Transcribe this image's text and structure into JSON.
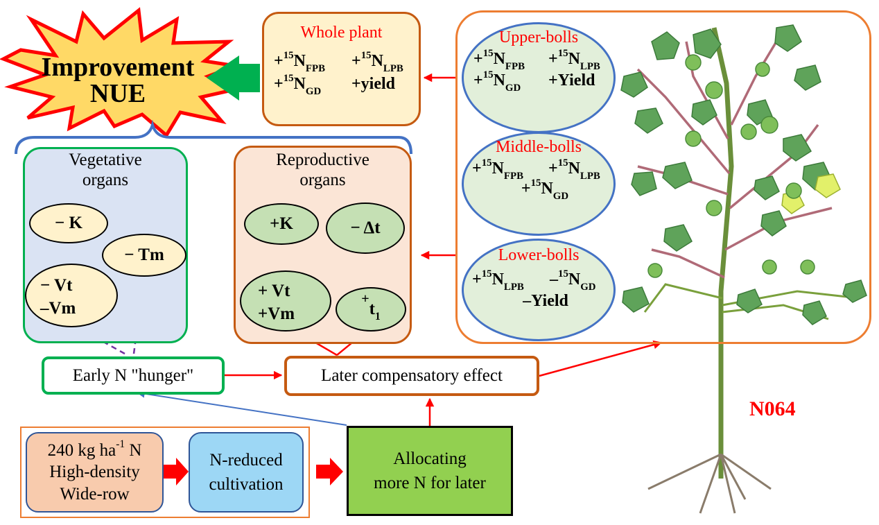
{
  "title": {
    "line1": "Improvement",
    "line2": "NUE"
  },
  "whole_plant": {
    "title": "Whole plant",
    "items": [
      {
        "sign": "+",
        "iso": "15",
        "el": "N",
        "sub": "FPB"
      },
      {
        "sign": "+",
        "iso": "15",
        "el": "N",
        "sub": "LPB"
      },
      {
        "sign": "+",
        "iso": "15",
        "el": "N",
        "sub": "GD"
      },
      {
        "text": "+yield"
      }
    ]
  },
  "bolls": {
    "upper": {
      "title": "Upper-bolls",
      "items": [
        {
          "sign": "+",
          "iso": "15",
          "el": "N",
          "sub": "FPB"
        },
        {
          "sign": "+",
          "iso": "15",
          "el": "N",
          "sub": "LPB"
        },
        {
          "sign": "+",
          "iso": "15",
          "el": "N",
          "sub": "GD"
        },
        {
          "text": "+Yield"
        }
      ]
    },
    "middle": {
      "title": "Middle-bolls",
      "items": [
        {
          "sign": "+",
          "iso": "15",
          "el": "N",
          "sub": "FPB"
        },
        {
          "sign": "+",
          "iso": "15",
          "el": "N",
          "sub": "LPB"
        },
        {
          "sign": "+",
          "iso": "15",
          "el": "N",
          "sub": "GD"
        }
      ]
    },
    "lower": {
      "title": "Lower-bolls",
      "items": [
        {
          "sign": "+",
          "iso": "15",
          "el": "N",
          "sub": "LPB"
        },
        {
          "sign": "–",
          "iso": "15",
          "el": "N",
          "sub": "GD"
        },
        {
          "text": "–Yield"
        }
      ]
    }
  },
  "vegetative": {
    "title_line1": "Vegetative",
    "title_line2": "organs",
    "k": "− K",
    "tm": "− Tm",
    "vt": "− Vt",
    "vm": "–Vm"
  },
  "reproductive": {
    "title_line1": "Reproductive",
    "title_line2": "organs",
    "k": "+K",
    "dt": "− Δt",
    "vt": "+ Vt",
    "vm": "+Vm",
    "t1_sign": "+",
    "t1_main": "t",
    "t1_sub": "1"
  },
  "flow": {
    "hunger": "Early N \"hunger\"",
    "later": "Later compensatory effect",
    "alloc_line1": "Allocating",
    "alloc_line2": "more N for later",
    "input_line1_a": "240 kg ha",
    "input_line1_sup": "-1",
    "input_line1_b": " N",
    "input_line2": "High-density",
    "input_line3": "Wide-row",
    "nreduced_line1": "N-reduced",
    "nreduced_line2": "cultivation"
  },
  "plant_label": "N064",
  "colors": {
    "red_arrow": "#ff0000",
    "green_arrow": "#00b050",
    "purple_arrow": "#7030a0",
    "blue_arrow": "#4472c4",
    "burst_fill": "#ffd966",
    "burst_stroke": "#ff0000"
  }
}
